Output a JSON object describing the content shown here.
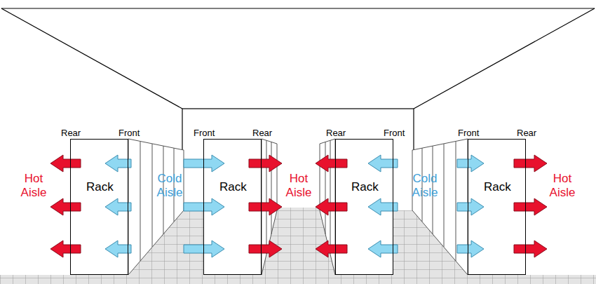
{
  "diagram": {
    "nodes": [
      {
        "text": [
          "Rear",
          "Front",
          "Rack"
        ]
      },
      {
        "text": [
          "Front",
          "Rear",
          "Rack"
        ]
      },
      {
        "text": [
          "Rear",
          "Front",
          "Rack"
        ]
      },
      {
        "text": [
          "Front",
          "Rear",
          "Rack"
        ]
      }
    ],
    "labels": [
      "Hot Aisle",
      "Cold Aisle",
      "Hot Aisle",
      "Cold Aisle",
      "Hot Aisle"
    ]
  }
}
